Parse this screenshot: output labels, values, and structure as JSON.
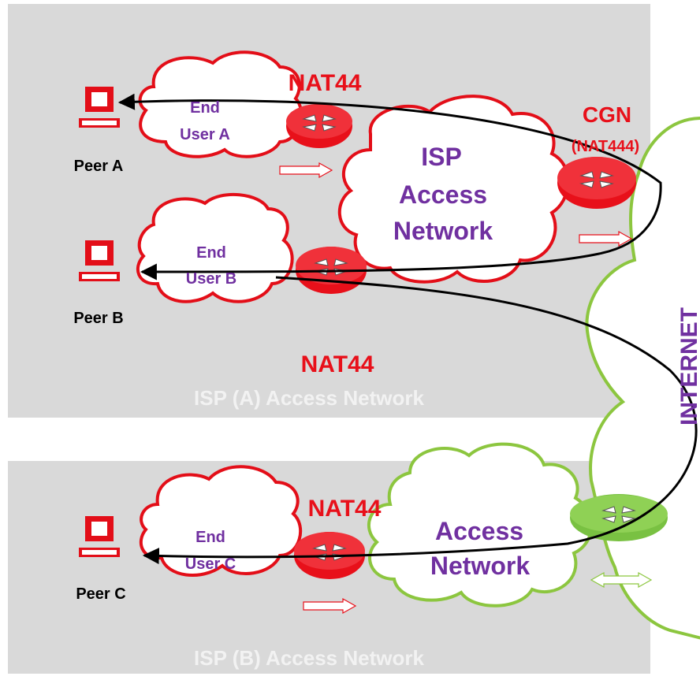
{
  "colors": {
    "panel": "#d9d9d9",
    "background": "#ffffff",
    "nat_red": "#e8101a",
    "cloud_red_border": "#e30e18",
    "cloud_green_border": "#8cc63f",
    "router_green": "#79c142",
    "purple": "#7030a0",
    "panel_caption": "#f2f2f2",
    "path_line": "#000000"
  },
  "icons": {
    "peer": "computer-icon",
    "router": "router-icon",
    "arrow": "arrow-right-icon",
    "double_arrow": "arrow-left-right-icon"
  },
  "isp_a": {
    "caption": "ISP (A) Access Network",
    "peer_a_label": "Peer A",
    "peer_b_label": "Peer B",
    "end_user_a": [
      "End",
      "User A"
    ],
    "end_user_b": [
      "End",
      "User B"
    ],
    "nat_top": "NAT44",
    "nat_bottom": "NAT44",
    "isp_cloud": [
      "ISP",
      "Access",
      "Network"
    ],
    "cgn_label": "CGN",
    "cgn_sub": "(NAT444)"
  },
  "isp_b": {
    "caption": "ISP (B) Access Network",
    "peer_c_label": "Peer C",
    "end_user_c": [
      "End",
      "User C"
    ],
    "nat": "NAT44",
    "access_cloud": [
      "Access",
      "Network"
    ]
  },
  "internet": {
    "label": "INTERNET"
  }
}
